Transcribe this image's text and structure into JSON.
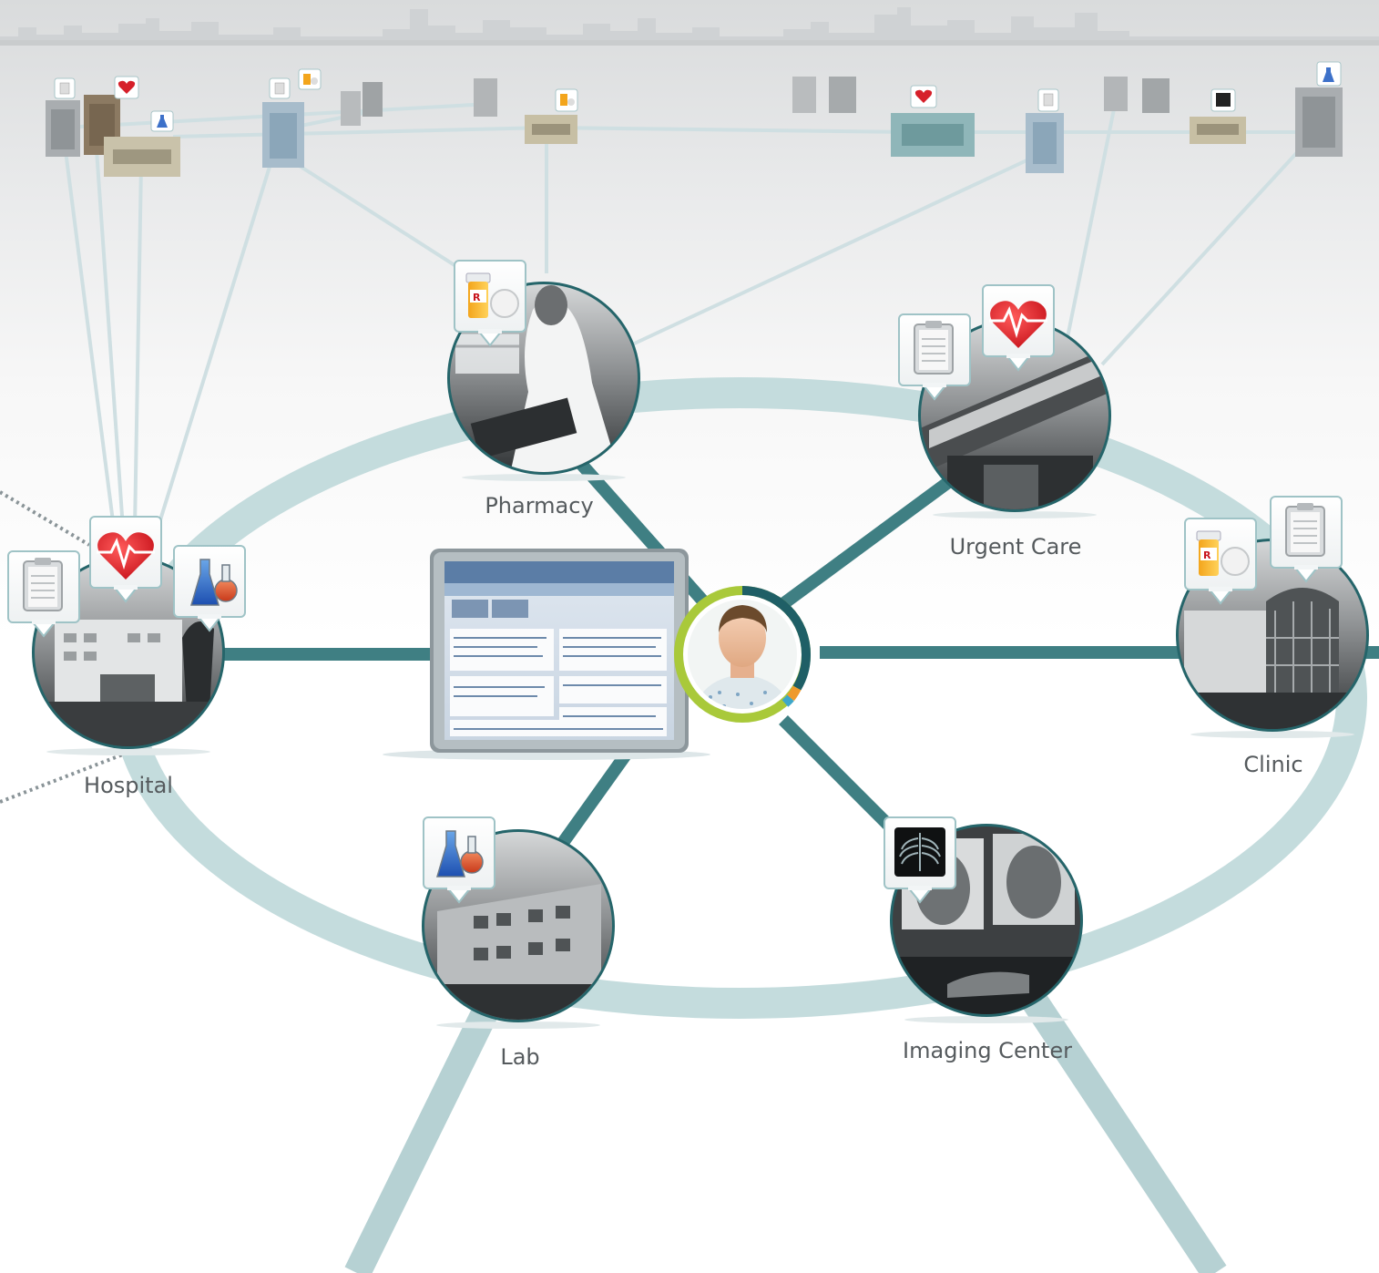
{
  "colors": {
    "ring": "#c4dcdd",
    "spoke": "#3f7f83",
    "spoke_light": "#9fc5c7",
    "node_border": "#25656a",
    "patient_ring": "#a9c93a",
    "patient_ring_accent": "#ef9a2c",
    "patient_ring_blue": "#3ea7c9",
    "network_line": "#cfdfe2"
  },
  "nodes": {
    "pharmacy": {
      "label": "Pharmacy",
      "icons": [
        "prescription-bottle-icon"
      ]
    },
    "urgent_care": {
      "label": "Urgent Care",
      "icons": [
        "clipboard-icon",
        "heart-rate-icon"
      ]
    },
    "hospital": {
      "label": "Hospital",
      "icons": [
        "clipboard-icon",
        "heart-rate-icon",
        "lab-flask-icon"
      ]
    },
    "clinic": {
      "label": "Clinic",
      "icons": [
        "prescription-bottle-icon",
        "clipboard-icon"
      ]
    },
    "lab": {
      "label": "Lab",
      "icons": [
        "lab-flask-icon"
      ]
    },
    "imaging_center": {
      "label": "Imaging Center",
      "icons": [
        "xray-icon"
      ]
    }
  },
  "center": {
    "record_screen_icon": "health-record-screen-icon",
    "patient_icon": "patient-avatar-icon"
  },
  "background": {
    "buildings_icon": "building-icon",
    "skyline_icon": "city-skyline-icon"
  }
}
